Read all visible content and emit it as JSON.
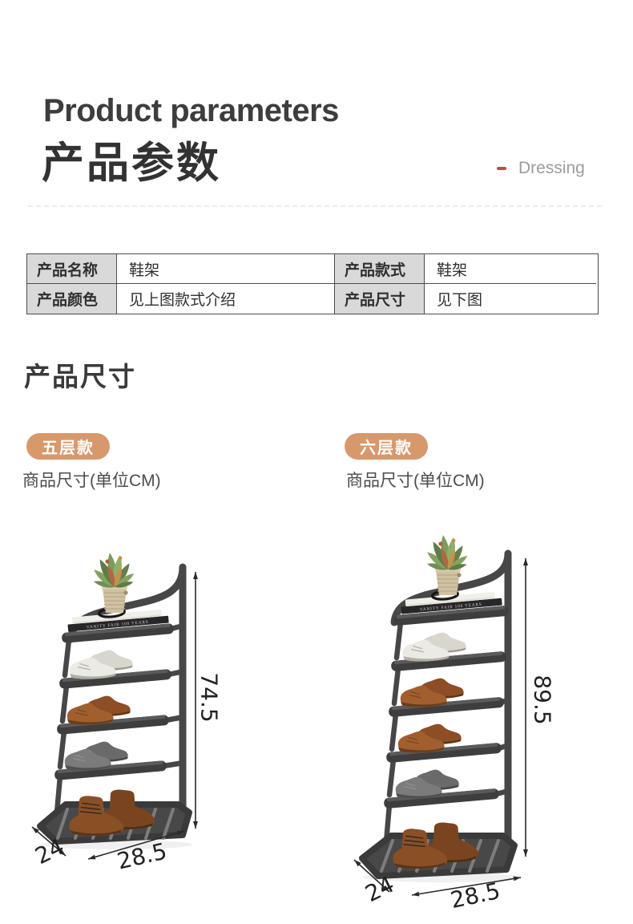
{
  "header": {
    "title_en": "Product parameters",
    "title_zh": "产品参数",
    "tag": {
      "label": "Dressing"
    }
  },
  "params_table": {
    "rows": [
      {
        "cells": [
          {
            "label": "产品名称",
            "value": "鞋架"
          },
          {
            "label": "产品款式",
            "value": "鞋架"
          }
        ]
      },
      {
        "cells": [
          {
            "label": "产品颜色",
            "value": "见上图款式介绍"
          },
          {
            "label": "产品尺寸",
            "value": "见下图"
          }
        ]
      }
    ]
  },
  "size_section": {
    "title": "产品尺寸"
  },
  "variants": [
    {
      "badge": "五层款",
      "size_note": "商品尺寸(单位CM)",
      "tiers": 5,
      "dimensions": {
        "height_cm": "74.5",
        "depth_cm": "24",
        "width_cm": "28.5"
      }
    },
    {
      "badge": "六层款",
      "size_note": "商品尺寸(单位CM)",
      "tiers": 6,
      "dimensions": {
        "height_cm": "89.5",
        "depth_cm": "24",
        "width_cm": "28.5"
      }
    }
  ],
  "decor": {
    "book_spine_text": "VANITY FAIR 100 YEARS"
  },
  "colors": {
    "badge_bg": "#D7996C",
    "accent_dash": "#B0524A",
    "table_label_bg": "#D9D9D9",
    "frame_gray": "#474747",
    "dimension_text": "#222222"
  }
}
